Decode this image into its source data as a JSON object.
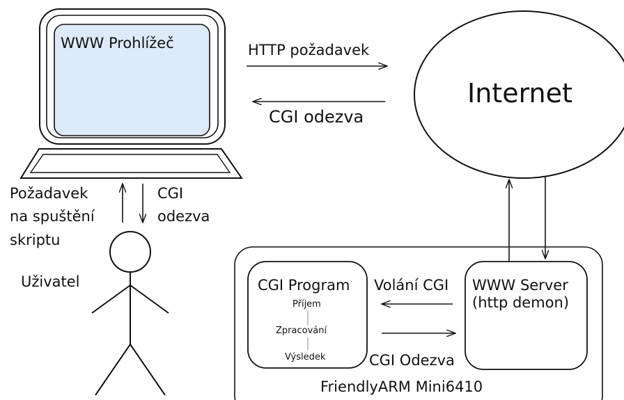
{
  "browser": {
    "title": "WWW Prohlížeč"
  },
  "internet": {
    "label": "Internet"
  },
  "links": {
    "http_request": "HTTP požadavek",
    "cgi_response_top": "CGI odezva",
    "user_request": [
      "Požadavek",
      "na spuštění",
      "skriptu"
    ],
    "user_response": [
      "CGI",
      "odezva"
    ],
    "cgi_call": "Volání CGI",
    "cgi_response_bottom": "CGI Odezva"
  },
  "user": {
    "label": "Uživatel"
  },
  "device": {
    "label": "FriendlyARM Mini6410"
  },
  "cgi_program": {
    "title": "CGI Program",
    "steps": [
      "Příjem",
      "Zpracování",
      "Výsledek"
    ]
  },
  "server": {
    "title": [
      "WWW Server",
      "(http demon)"
    ]
  },
  "colors": {
    "screen": "#ddeaf9",
    "stroke": "#111111"
  }
}
